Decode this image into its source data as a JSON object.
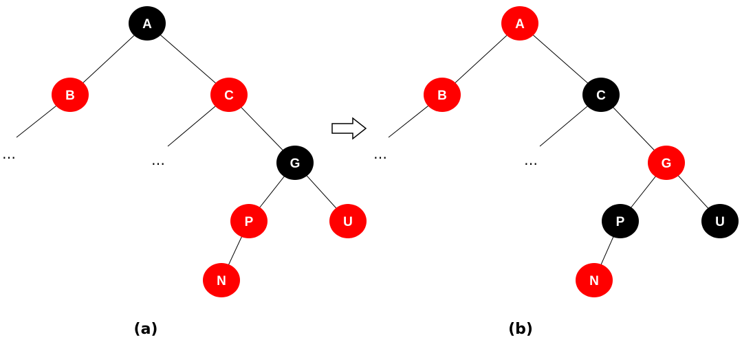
{
  "colors": {
    "red": "#ff0000",
    "black": "#000000",
    "edge": "#000000",
    "label": "#ffffff"
  },
  "arrow": {
    "icon": "right-outline-arrow-icon",
    "direction": "right"
  },
  "ellipsis_text": "…",
  "trees": [
    {
      "caption": "(a)",
      "nodes": [
        {
          "id": "A",
          "label": "A",
          "color": "black"
        },
        {
          "id": "B",
          "label": "B",
          "color": "red"
        },
        {
          "id": "C",
          "label": "C",
          "color": "red"
        },
        {
          "id": "G",
          "label": "G",
          "color": "black"
        },
        {
          "id": "P",
          "label": "P",
          "color": "red"
        },
        {
          "id": "U",
          "label": "U",
          "color": "red"
        },
        {
          "id": "N",
          "label": "N",
          "color": "red"
        }
      ],
      "edges": [
        [
          "A",
          "B"
        ],
        [
          "A",
          "C"
        ],
        [
          "B",
          "B-left-subtree"
        ],
        [
          "C",
          "C-left-subtree"
        ],
        [
          "C",
          "G"
        ],
        [
          "G",
          "P"
        ],
        [
          "G",
          "U"
        ],
        [
          "P",
          "N"
        ]
      ]
    },
    {
      "caption": "(b)",
      "nodes": [
        {
          "id": "A",
          "label": "A",
          "color": "red"
        },
        {
          "id": "B",
          "label": "B",
          "color": "red"
        },
        {
          "id": "C",
          "label": "C",
          "color": "black"
        },
        {
          "id": "G",
          "label": "G",
          "color": "red"
        },
        {
          "id": "P",
          "label": "P",
          "color": "black"
        },
        {
          "id": "U",
          "label": "U",
          "color": "black"
        },
        {
          "id": "N",
          "label": "N",
          "color": "red"
        }
      ],
      "edges": [
        [
          "A",
          "B"
        ],
        [
          "A",
          "C"
        ],
        [
          "B",
          "B-left-subtree"
        ],
        [
          "C",
          "C-left-subtree"
        ],
        [
          "C",
          "G"
        ],
        [
          "G",
          "P"
        ],
        [
          "G",
          "U"
        ],
        [
          "P",
          "N"
        ]
      ]
    }
  ]
}
